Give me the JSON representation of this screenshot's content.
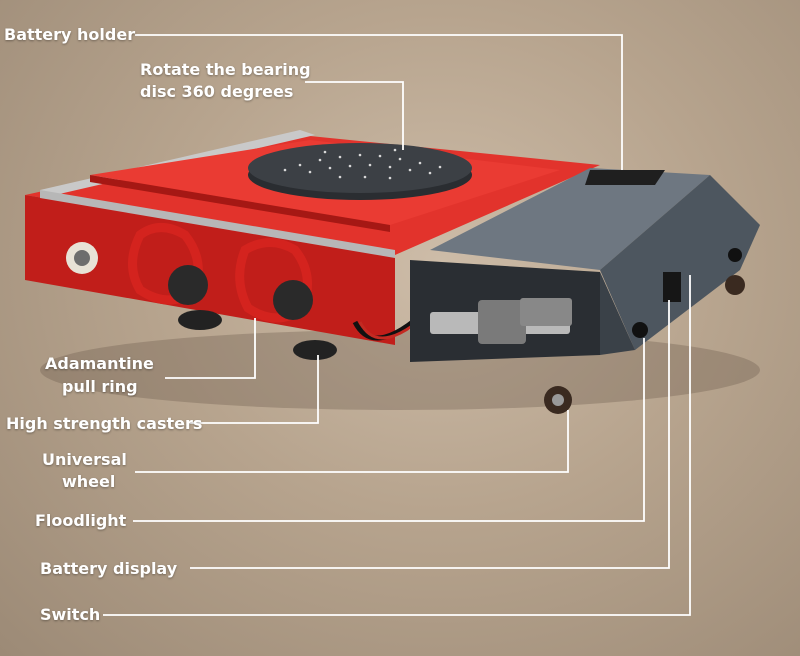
{
  "labels": {
    "battery_holder": "Battery holder",
    "rotate_line1": "Rotate the bearing",
    "rotate_line2": "disc 360 degrees",
    "pull_ring_line1": "Adamantine",
    "pull_ring_line2": "pull ring",
    "casters": "High strength casters",
    "wheel_line1": "Universal",
    "wheel_line2": "wheel",
    "floodlight": "Floodlight",
    "battery_display": "Battery display",
    "switch": "Switch"
  },
  "colors": {
    "body_red": "#d0231f",
    "battery_grey": "#5c6670",
    "callout_line": "#ffffff"
  }
}
